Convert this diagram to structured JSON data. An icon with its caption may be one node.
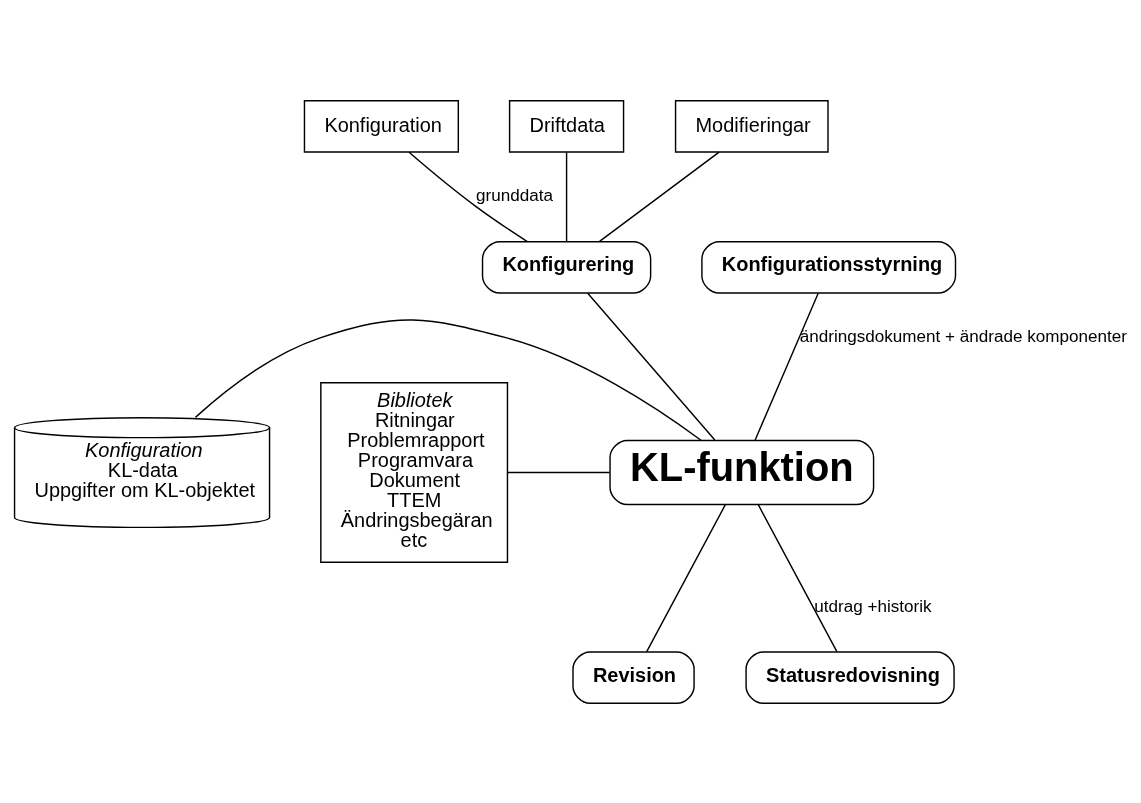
{
  "diagram": {
    "nodes": [
      {
        "text": [
          "Konfiguration"
        ]
      },
      {
        "text": [
          "Driftdata"
        ]
      },
      {
        "text": [
          "Modifieringar"
        ]
      },
      {
        "text": [
          "Konfigurering"
        ]
      },
      {
        "text": [
          "Konfigurationsstyrning"
        ]
      },
      {
        "text": [
          "Konfiguration",
          "KL-data",
          "Uppgifter om KL-objektet"
        ]
      },
      {
        "text": [
          "Bibliotek",
          "Ritningar",
          "Problemrapport",
          "Programvara",
          "Dokument",
          "TTEM",
          "Ändringsbegäran",
          "etc"
        ]
      },
      {
        "text": [
          "KL-funktion"
        ]
      },
      {
        "text": [
          "Revision"
        ]
      },
      {
        "text": [
          "Statusredovisning"
        ]
      }
    ],
    "edges": [
      {
        "from": 0,
        "to": 3,
        "arrow": "none",
        "label": "grunddata"
      },
      {
        "from": 1,
        "to": 3,
        "arrow": "none"
      },
      {
        "from": 2,
        "to": 3,
        "arrow": "none"
      },
      {
        "from": 3,
        "to": 7,
        "arrow": "none"
      },
      {
        "from": 4,
        "to": 7,
        "arrow": "none",
        "label": "ändringsdokument + ändrade komponenter"
      },
      {
        "from": 5,
        "to": 7,
        "arrow": "none"
      },
      {
        "from": 6,
        "to": 7,
        "arrow": "none"
      },
      {
        "from": 7,
        "to": 8,
        "arrow": "none"
      },
      {
        "from": 7,
        "to": 9,
        "arrow": "none",
        "label": "utdrag +historik"
      }
    ]
  }
}
